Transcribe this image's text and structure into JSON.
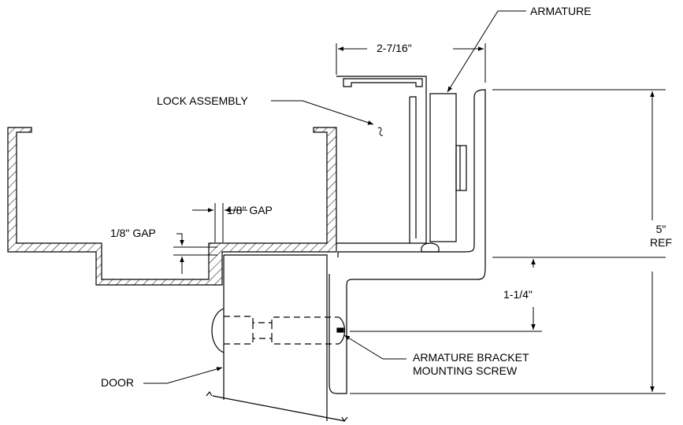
{
  "labels": {
    "armature": "ARMATURE",
    "lock_assembly": "LOCK ASSEMBLY",
    "width_dim": "2-7/16\"",
    "gap_top": "1/8\" GAP",
    "gap_left": "1/8\" GAP",
    "height_dim_line1": "5\"",
    "height_dim_line2": "REF",
    "offset_dim": "1-1/4\"",
    "screw_line1": "ARMATURE BRACKET",
    "screw_line2": "MOUNTING SCREW",
    "door": "DOOR"
  }
}
